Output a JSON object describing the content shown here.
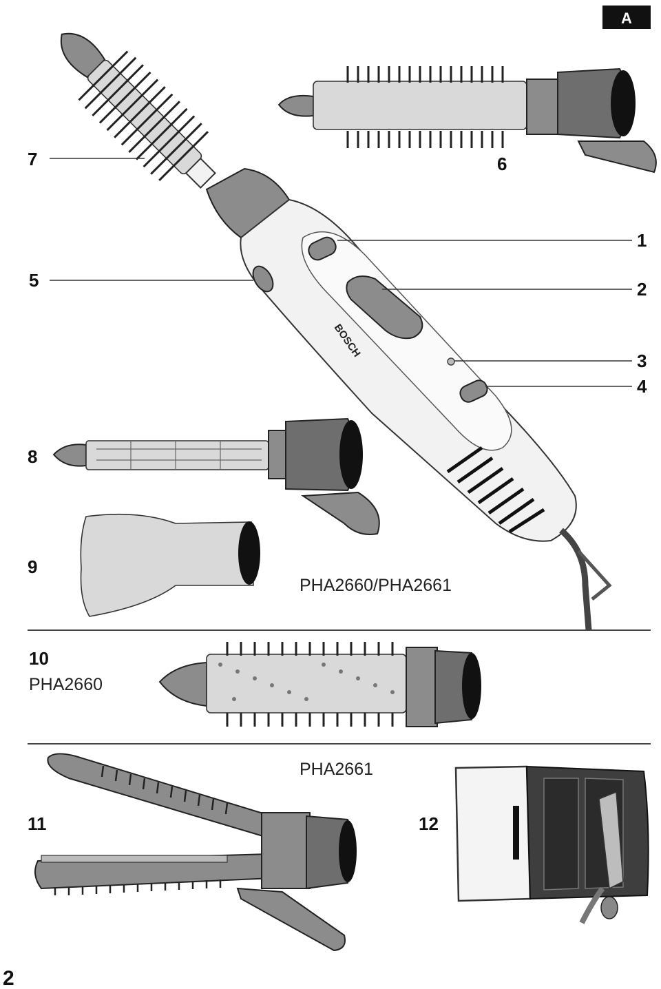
{
  "badge": "A",
  "page_number": "2",
  "callouts": {
    "c1": "1",
    "c2": "2",
    "c3": "3",
    "c4": "4",
    "c5": "5",
    "c6": "6",
    "c7": "7",
    "c8": "8",
    "c9": "9",
    "c10": "10",
    "c11": "11",
    "c12": "12"
  },
  "models": {
    "both": "PHA2660/PHA2661",
    "pha2660": "PHA2660",
    "pha2661": "PHA2661"
  },
  "brand": "BOSCH"
}
